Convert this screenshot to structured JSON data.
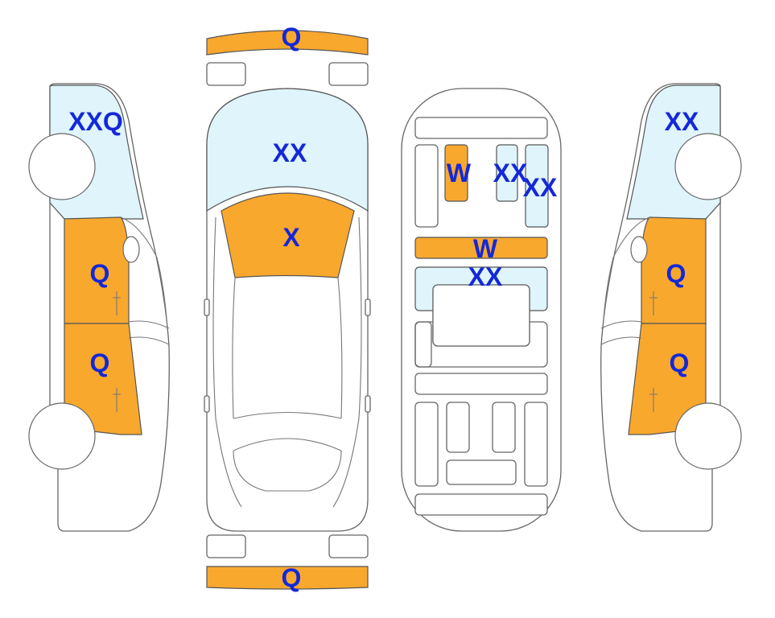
{
  "colors": {
    "damaged_panel": "#f9a82e",
    "glass_panel": "#dff4fb",
    "outline": "#666666",
    "code_text": "#1428d8"
  },
  "codes": {
    "front_bumper": "Q",
    "rear_bumper": "Q",
    "windshield": "XX",
    "hood": "X",
    "left_window": "XXQ",
    "left_front_door": "Q",
    "left_rear_door": "Q",
    "right_window": "XX",
    "right_front_door": "Q",
    "right_rear_door": "Q",
    "underside_left_sill": "W",
    "underside_right_pad_1": "XX",
    "underside_right_pad_2": "XX",
    "underside_crossmember": "W",
    "underside_center": "XX"
  }
}
